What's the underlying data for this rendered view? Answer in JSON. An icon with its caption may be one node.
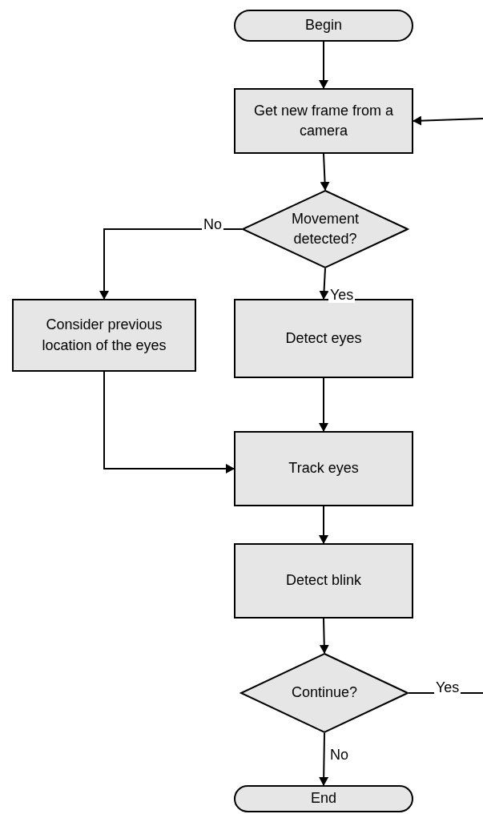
{
  "diagram": {
    "nodes": [
      {
        "text": [
          "Begin"
        ]
      },
      {
        "text": [
          "Get new frame from a camera"
        ]
      },
      {
        "text": [
          "Movement detected?"
        ]
      },
      {
        "text": [
          "Consider previous location of the eyes"
        ]
      },
      {
        "text": [
          "Detect eyes"
        ]
      },
      {
        "text": [
          "Track eyes"
        ]
      },
      {
        "text": [
          "Detect blink"
        ]
      },
      {
        "text": [
          "Continue?"
        ]
      },
      {
        "text": [
          "End"
        ]
      }
    ],
    "edges": [
      {
        "from": 0,
        "to": 1,
        "arrow": "to"
      },
      {
        "from": 1,
        "to": 2,
        "arrow": "to"
      },
      {
        "from": 2,
        "to": 3,
        "arrow": "to",
        "label": "No"
      },
      {
        "from": 2,
        "to": 4,
        "arrow": "to",
        "label": "Yes"
      },
      {
        "from": 4,
        "to": 5,
        "arrow": "to"
      },
      {
        "from": 3,
        "to": 5,
        "arrow": "to"
      },
      {
        "from": 5,
        "to": 6,
        "arrow": "to"
      },
      {
        "from": 6,
        "to": 7,
        "arrow": "to"
      },
      {
        "from": 7,
        "to": 8,
        "arrow": "to",
        "label": "No"
      },
      {
        "from": 7,
        "to": null,
        "arrow": "none",
        "label": "Yes"
      },
      {
        "from": null,
        "to": 1,
        "arrow": "to"
      }
    ]
  }
}
